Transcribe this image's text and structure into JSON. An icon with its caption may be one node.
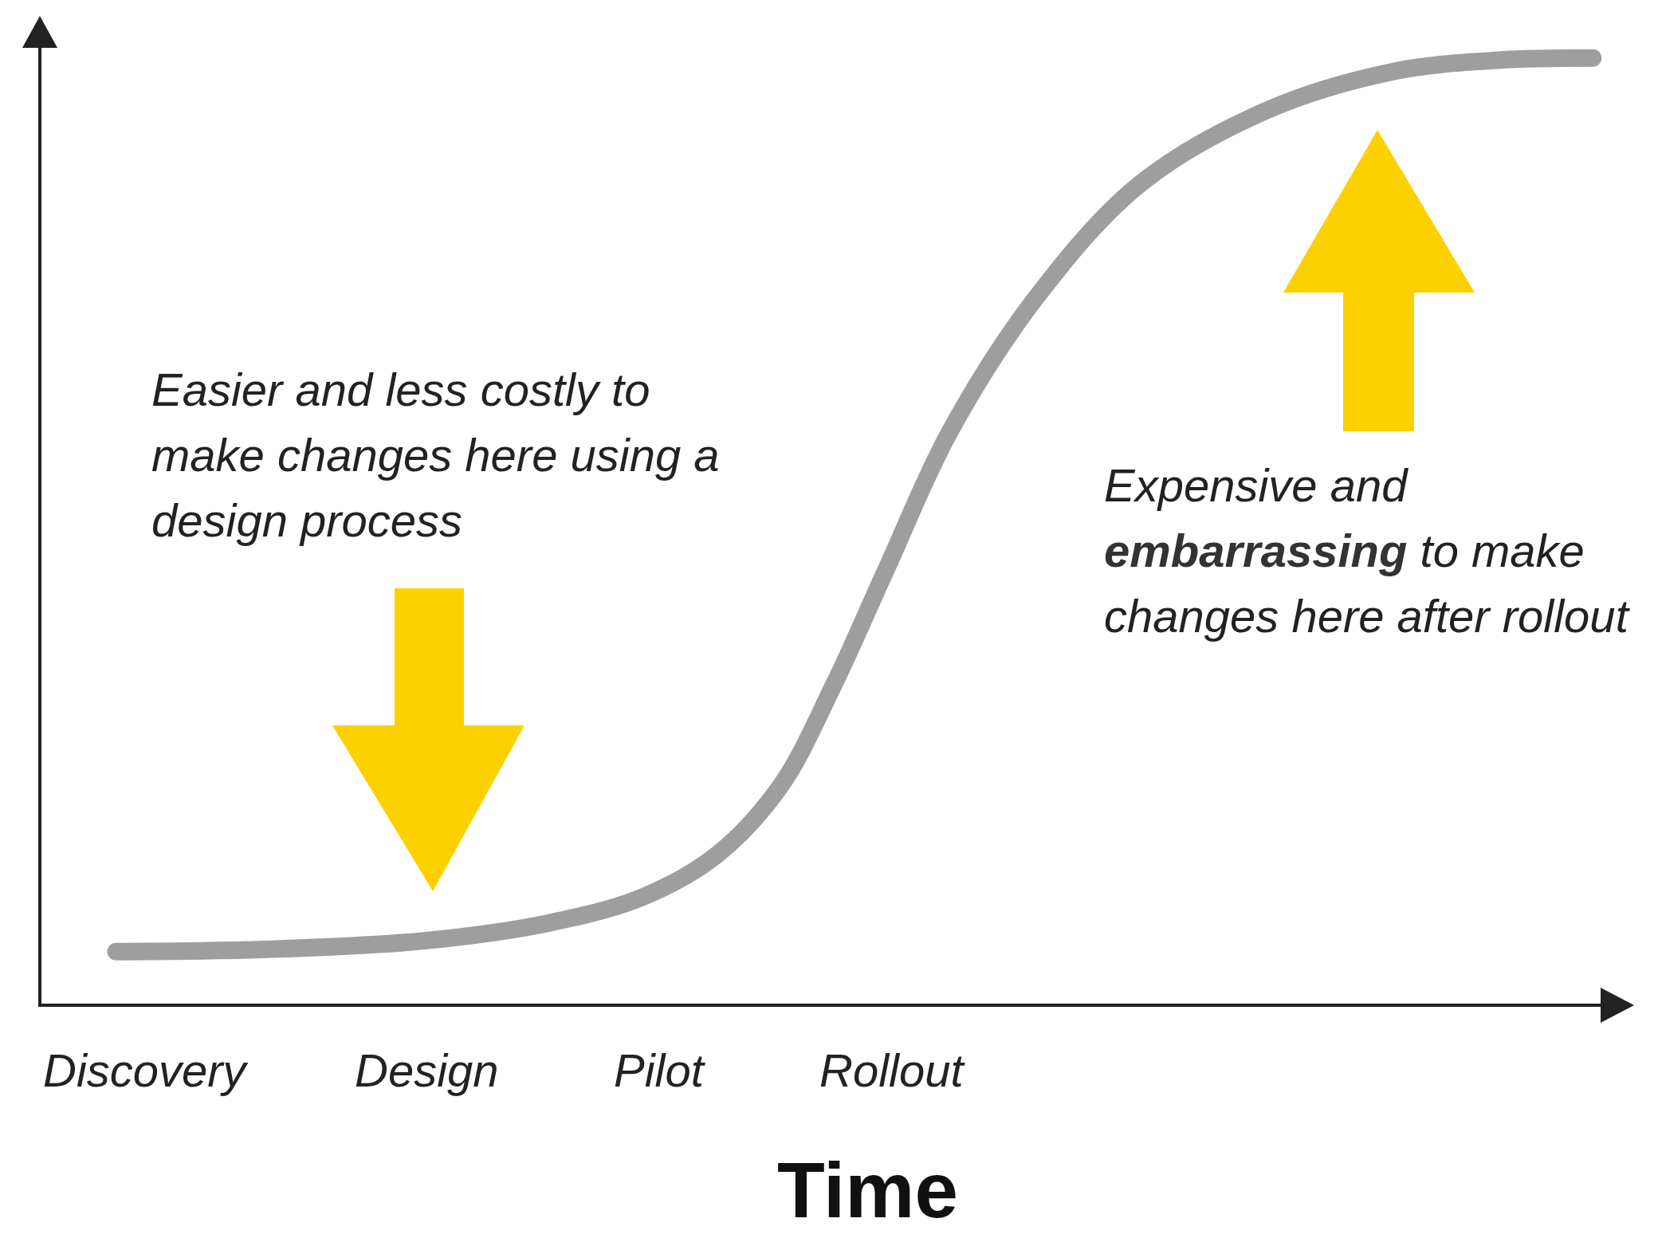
{
  "diagram": {
    "labels": [
      "Easier and less costly to make changes here using a design process",
      "Expensive and **embarrassing** to make changes here after rollout",
      "Discovery",
      "Design",
      "Pilot",
      "Rollout",
      "Time"
    ]
  }
}
